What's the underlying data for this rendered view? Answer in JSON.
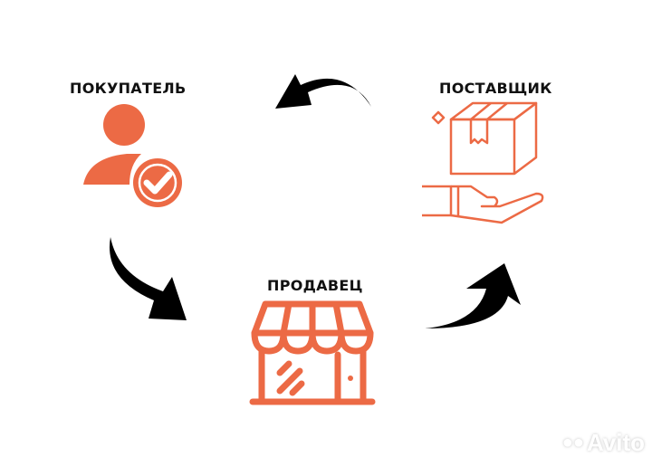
{
  "colors": {
    "accent": "#ec6a45",
    "text": "#111111",
    "arrow": "#000000",
    "background": "#ffffff"
  },
  "nodes": {
    "buyer": {
      "label": "ПОКУПАТЕЛЬ",
      "icon": "user-check-icon"
    },
    "supplier": {
      "label": "ПОСТАВЩИК",
      "icon": "box-in-hand-icon"
    },
    "seller": {
      "label": "ПРОДАВЕЦ",
      "icon": "storefront-icon"
    }
  },
  "arrows": [
    {
      "from": "buyer",
      "to": "seller",
      "icon": "curved-arrow-down-right-icon"
    },
    {
      "from": "seller",
      "to": "supplier",
      "icon": "curved-arrow-up-right-icon"
    },
    {
      "from": "supplier",
      "to": "buyer",
      "icon": "curved-arrow-left-icon"
    }
  ],
  "watermark": {
    "text": "Avito"
  }
}
